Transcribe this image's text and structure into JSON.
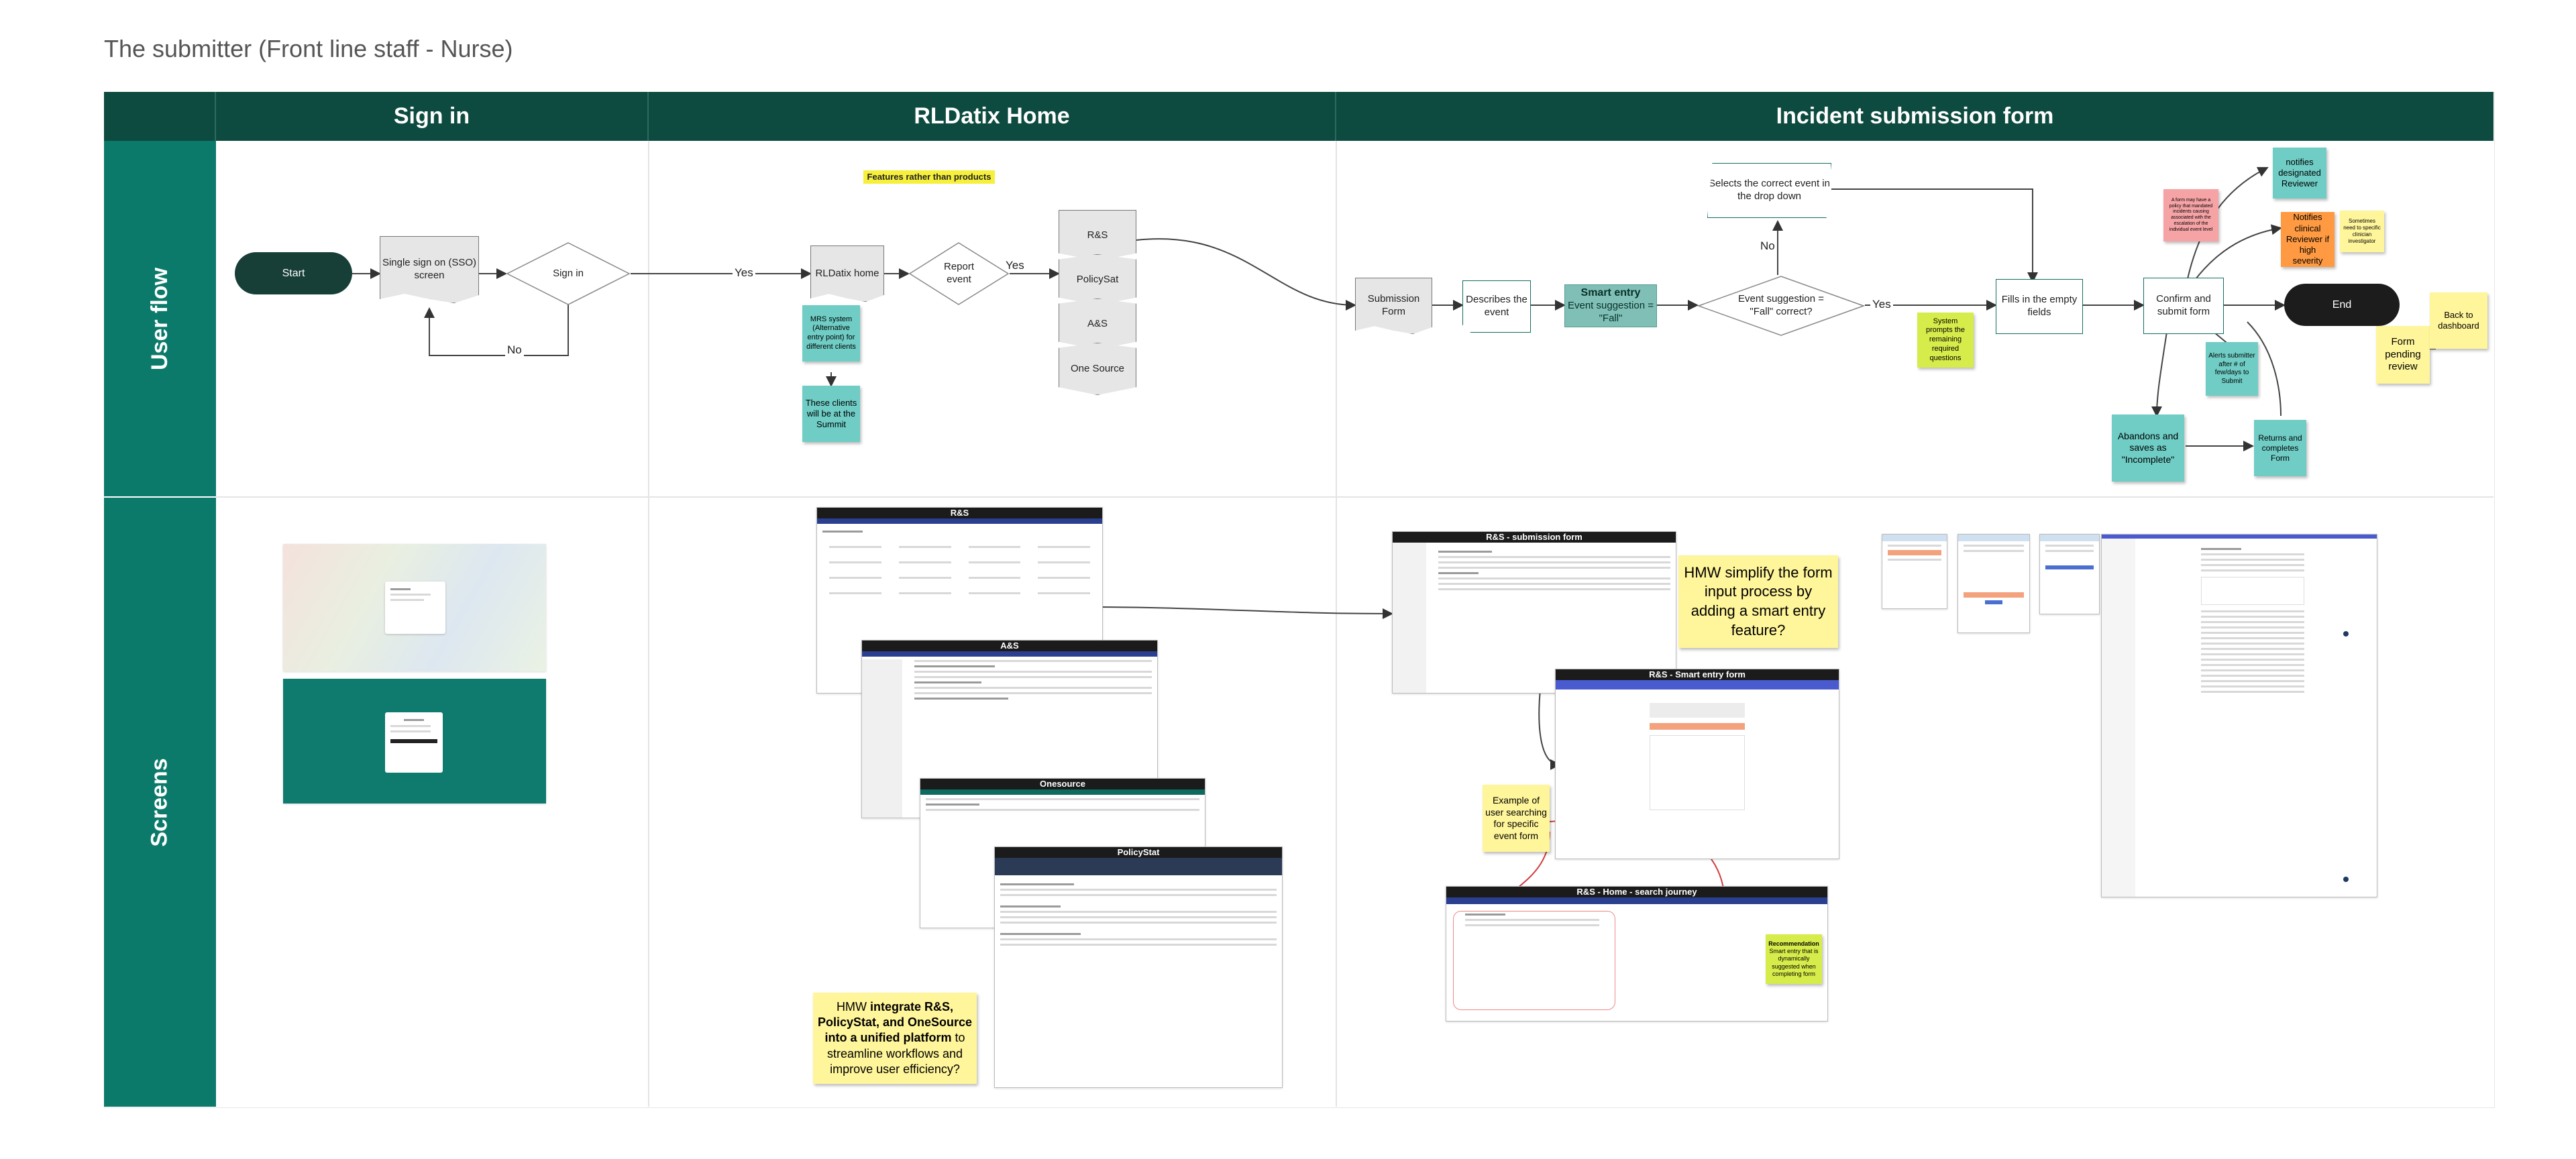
{
  "page": {
    "title": "The submitter (Front line staff - Nurse)"
  },
  "columns": {
    "signin": "Sign in",
    "home": "RLDatix Home",
    "form": "Incident submission form"
  },
  "rows": {
    "flow": "User flow",
    "screens": "Screens"
  },
  "flow": {
    "start": "Start",
    "sso": "Single sign on (SSO) screen",
    "signin": "Sign in",
    "no": "No",
    "yes": "Yes",
    "rldatix_home": "RLDatix home",
    "report_event": "Report event",
    "features_note": "Features rather than products",
    "products": [
      "R&S",
      "PolicySat",
      "A&S",
      "One Source"
    ],
    "mrs_note": "MRS system (Alternative entry point) for different clients",
    "summit_note": "These clients will be at the Summit",
    "submission_form": "Submission Form",
    "describes": "Describes the event",
    "smart_title": "Smart entry",
    "smart_sub": "Event suggestion = \"Fall\"",
    "suggest_q": "Event suggestion = \"Fall\" correct?",
    "selects_event": "Selects the correct event in the drop down",
    "system_prompts": "System prompts the remaining required questions",
    "fills": "Fills in the empty fields",
    "confirm": "Confirm and submit form",
    "end": "End",
    "pink_note": "A form may have a policy that mandated incidents causing associated with the escalation of the individual event level",
    "notifies_reviewer": "notifies designated Reviewer",
    "notifies_clinical": "Notifies clinical Reviewer if high severity",
    "sometimes": "Sometimes need to specific clinician investigator",
    "alerts": "Alerts submitter after # of few/days to Submit",
    "abandons": "Abandons and saves as \"Incomplete\"",
    "returns": "Returns and completes Form",
    "pending": "Form pending review",
    "back": "Back to dashboard"
  },
  "screens": {
    "rs": "R&S",
    "as": "A&S",
    "onesource": "Onesource",
    "policystat": "PolicyStat",
    "rs_submission": "R&S - submission form",
    "smart_form": "R&S - Smart entry form",
    "search_journey": "R&S - Home - search journey",
    "hmw_smart": "HMW simplify the form input process by adding a smart entry feature?",
    "example_note": "Example of user searching for specific event form",
    "recommendation_title": "Recommendation",
    "recommendation_body": "Smart entry that is dynamically suggested when completing form",
    "hmw_integrate_pre": "HMW ",
    "hmw_integrate_bold": "integrate R&S, PolicyStat, and OneSource into a unified platform",
    "hmw_integrate_post": " to streamline workflows and improve user efficiency?"
  }
}
